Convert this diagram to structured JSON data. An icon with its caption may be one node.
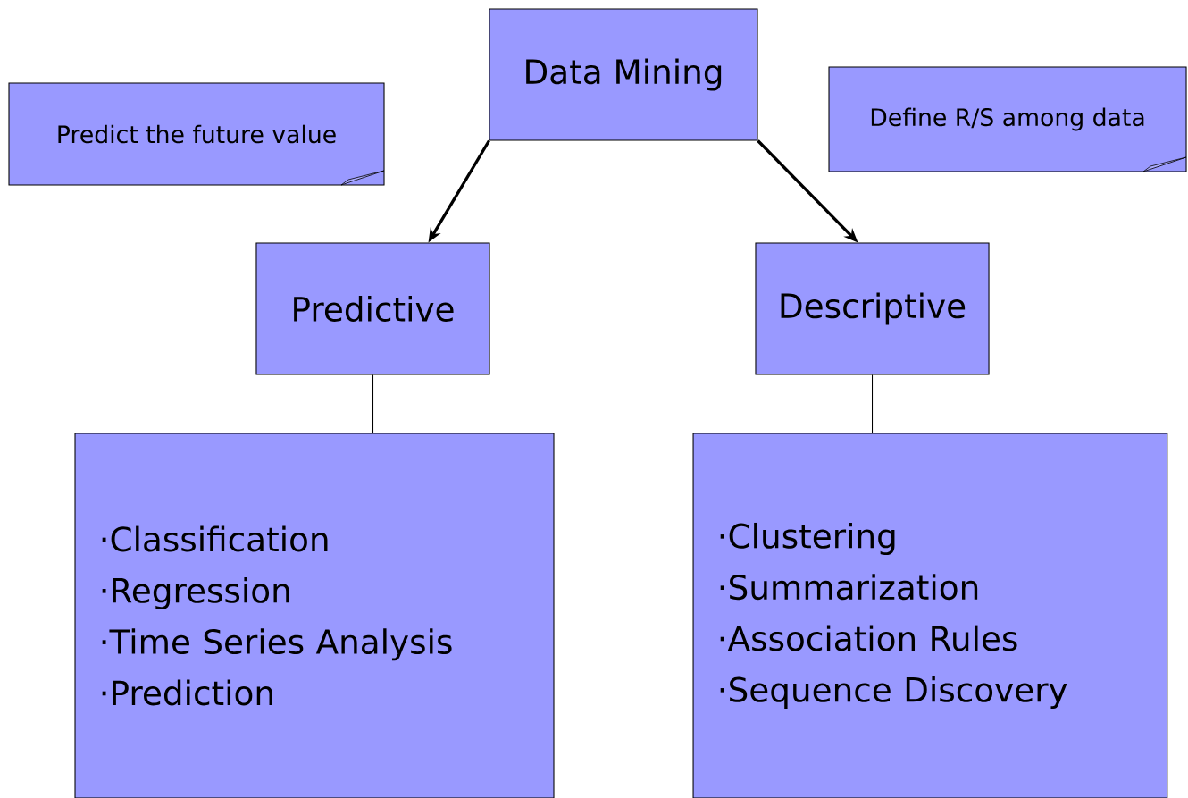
{
  "diagram": {
    "nodes": [
      {
        "text": [
          "Data Mining"
        ]
      },
      {
        "text": [
          "Predict the future value"
        ]
      },
      {
        "text": [
          "Define R/S among data"
        ]
      },
      {
        "text": [
          "Predictive"
        ]
      },
      {
        "text": [
          "Descriptive"
        ]
      },
      {
        "text": [
          "·Classification",
          "·Regression",
          "·Time Series Analysis",
          "·Prediction"
        ]
      },
      {
        "text": [
          "·Clustering",
          "·Summarization",
          "·Association Rules",
          "·Sequence Discovery"
        ]
      }
    ],
    "edges": [
      {
        "from": 0,
        "to": 3,
        "arrow": "to",
        "style": "thick"
      },
      {
        "from": 0,
        "to": 4,
        "arrow": "to",
        "style": "thick"
      },
      {
        "from": 3,
        "to": 5,
        "arrow": "none"
      },
      {
        "from": 4,
        "to": 6,
        "arrow": "none"
      }
    ]
  }
}
